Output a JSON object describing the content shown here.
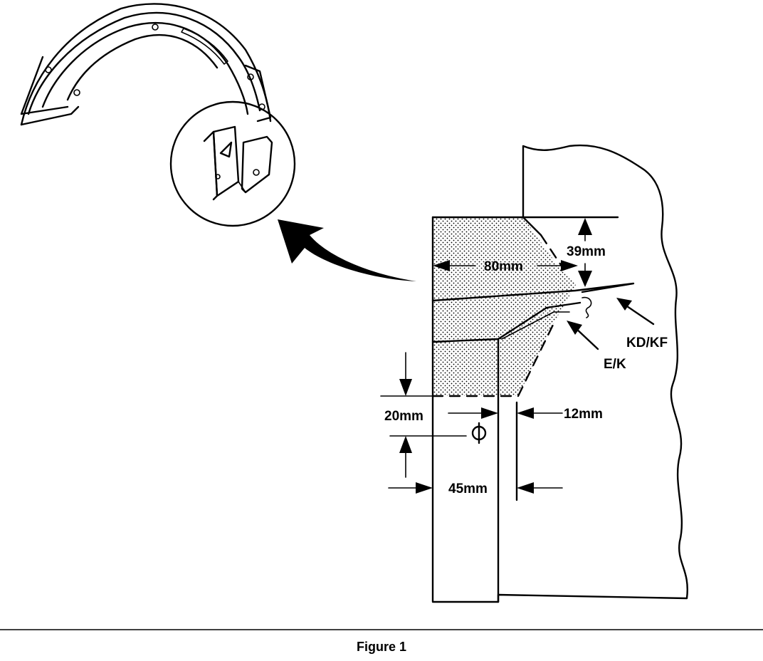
{
  "dimensions": {
    "d39": "39mm",
    "d80": "80mm",
    "d20": "20mm",
    "d12": "12mm",
    "d45": "45mm"
  },
  "callouts": {
    "kdkf": "KD/KF",
    "ek": "E/K"
  },
  "caption": "Figure 1",
  "colors": {
    "ink": "#000000",
    "paper": "#ffffff",
    "shade": "#9a9a9a"
  }
}
